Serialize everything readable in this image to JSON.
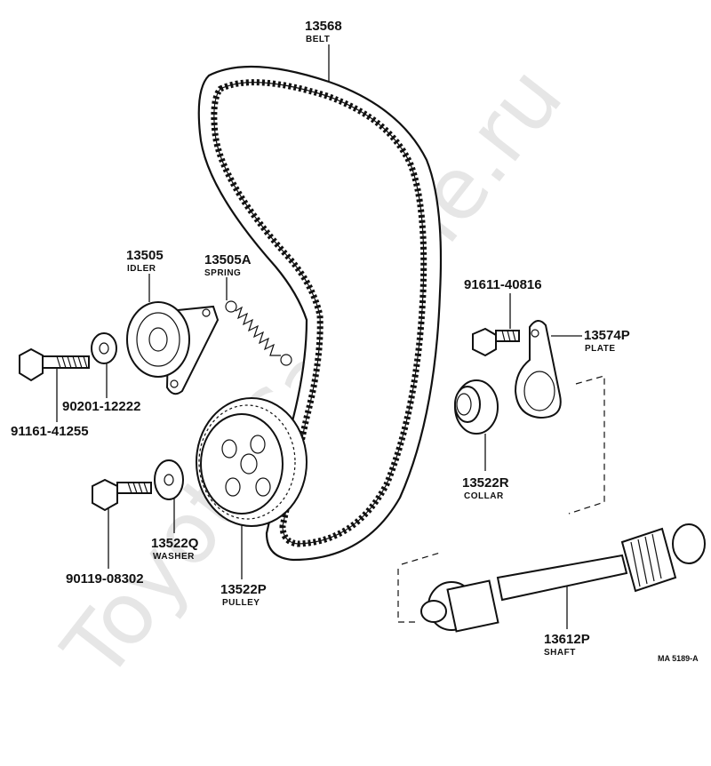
{
  "watermark": "ToyotaCarMine.ru",
  "diagram_ref": "MA 5189-A",
  "parts": {
    "belt": {
      "number": "13568",
      "name": "BELT"
    },
    "idler": {
      "number": "13505",
      "name": "IDLER"
    },
    "spring": {
      "number": "13505A",
      "name": "SPRING"
    },
    "bolt_idler": {
      "number": "91161-41255",
      "name": ""
    },
    "washer_idler": {
      "number": "90201-12222",
      "name": ""
    },
    "bolt_pulley": {
      "number": "90119-08302",
      "name": ""
    },
    "washer": {
      "number": "13522Q",
      "name": "WASHER"
    },
    "pulley": {
      "number": "13522P",
      "name": "PULLEY"
    },
    "bolt_plate": {
      "number": "91611-40816",
      "name": ""
    },
    "plate": {
      "number": "13574P",
      "name": "PLATE"
    },
    "collar": {
      "number": "13522R",
      "name": "COLLAR"
    },
    "shaft": {
      "number": "13612P",
      "name": "SHAFT"
    }
  }
}
